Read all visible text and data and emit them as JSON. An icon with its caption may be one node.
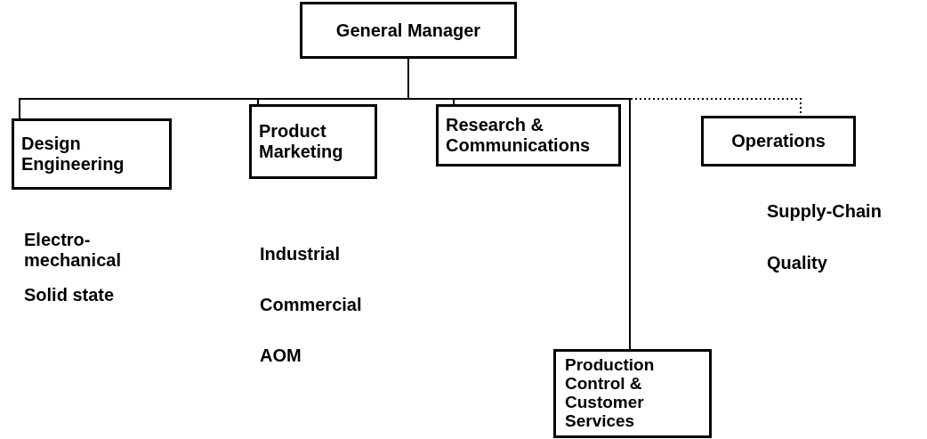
{
  "diagram": {
    "nodes": [
      {
        "text": [
          "General Manager"
        ]
      },
      {
        "text": [
          "Design Engineering"
        ],
        "beside": [
          "Electro-mechanical",
          "Solid state"
        ]
      },
      {
        "text": [
          "Product Marketing"
        ],
        "beside": [
          "Industrial",
          "Commercial",
          "AOM"
        ]
      },
      {
        "text": [
          "Research & Communications"
        ]
      },
      {
        "text": [
          "Operations"
        ],
        "beside": [
          "Supply-Chain",
          "Quality"
        ]
      },
      {
        "text": [
          "Production Control & Customer Services"
        ]
      }
    ],
    "edges": [
      {
        "from": 0,
        "to": 1,
        "arrow": "none"
      },
      {
        "from": 0,
        "to": 2,
        "arrow": "none"
      },
      {
        "from": 0,
        "to": 3,
        "arrow": "none"
      },
      {
        "from": 0,
        "to": 5,
        "arrow": "none"
      },
      {
        "from": 0,
        "to": 4,
        "arrow": "none",
        "style": "dashed"
      }
    ]
  }
}
